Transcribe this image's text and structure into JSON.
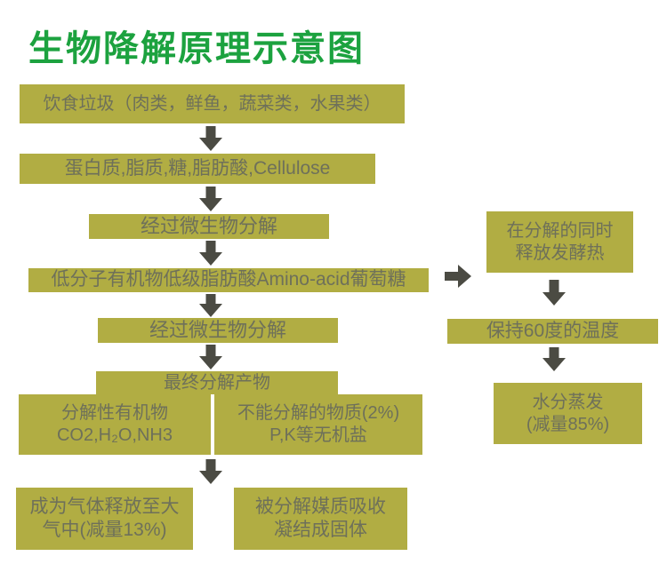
{
  "title": "生物降解原理示意图",
  "colors": {
    "title_green": "#1ca23f",
    "box_fill": "#b1ad43",
    "box_text": "#6e705a",
    "arrow_gray": "#4b4b43",
    "background": "#ffffff"
  },
  "flow": {
    "food_waste": "饮食垃圾（肉类，鲜鱼，蔬菜类，水果类）",
    "components": "蛋白质,脂质,糖,脂肪酸,Cellulose",
    "microbial_1": "经过微生物分解",
    "low_molecular": "低分子有机物低级脂肪酸Amino-acid葡萄糖",
    "microbial_2": "经过微生物分解",
    "final_header": "最终分解产物",
    "final_left_line1": "分解性有机物",
    "final_left_line2": "CO2,H₂O,NH3",
    "final_right_line1": "不能分解的物质(2%)",
    "final_right_line2": "P,K等无机盐",
    "bottom_left_line1": "成为气体释放至大",
    "bottom_left_line2": "气中(减量13%)",
    "bottom_right_line1": "被分解媒质吸收",
    "bottom_right_line2": "凝结成固体"
  },
  "side": {
    "heat_line1": "在分解的同时",
    "heat_line2": "释放发酵热",
    "temperature": "保持60度的温度",
    "evaporation_line1": "水分蒸发",
    "evaporation_line2": "(减量85%)"
  }
}
